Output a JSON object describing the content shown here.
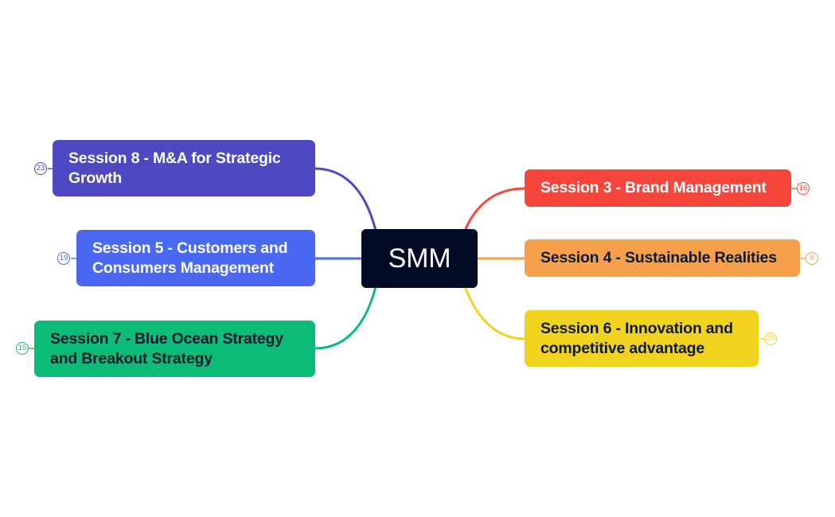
{
  "root": {
    "label": "SMM"
  },
  "branches": {
    "s8": {
      "label": "Session 8 - M&A for Strategic Growth",
      "count": "23",
      "color": "#4f48c3",
      "text_color": "#ffffff"
    },
    "s5": {
      "label": "Session 5 - Customers and Consumers Management",
      "count": "19",
      "color": "#4a68f1",
      "text_color": "#ffffff"
    },
    "s7": {
      "label": "Session 7 - Blue Ocean Strategy and Breakout Strategy",
      "count": "15",
      "color": "#0dbb78",
      "text_color": "#0d1a2d"
    },
    "s3": {
      "label": "Session 3 - Brand Management",
      "count": "16",
      "color": "#f6453a",
      "text_color": "#ffffff"
    },
    "s4": {
      "label": "Session 4 - Sustainable Realities",
      "count": "8",
      "color": "#f7a04b",
      "text_color": "#0d1a2d"
    },
    "s6": {
      "label": "Session 6 - Innovation and competitive advantage",
      "count": "26",
      "color": "#f1d31f",
      "text_color": "#0d1a2d"
    }
  }
}
